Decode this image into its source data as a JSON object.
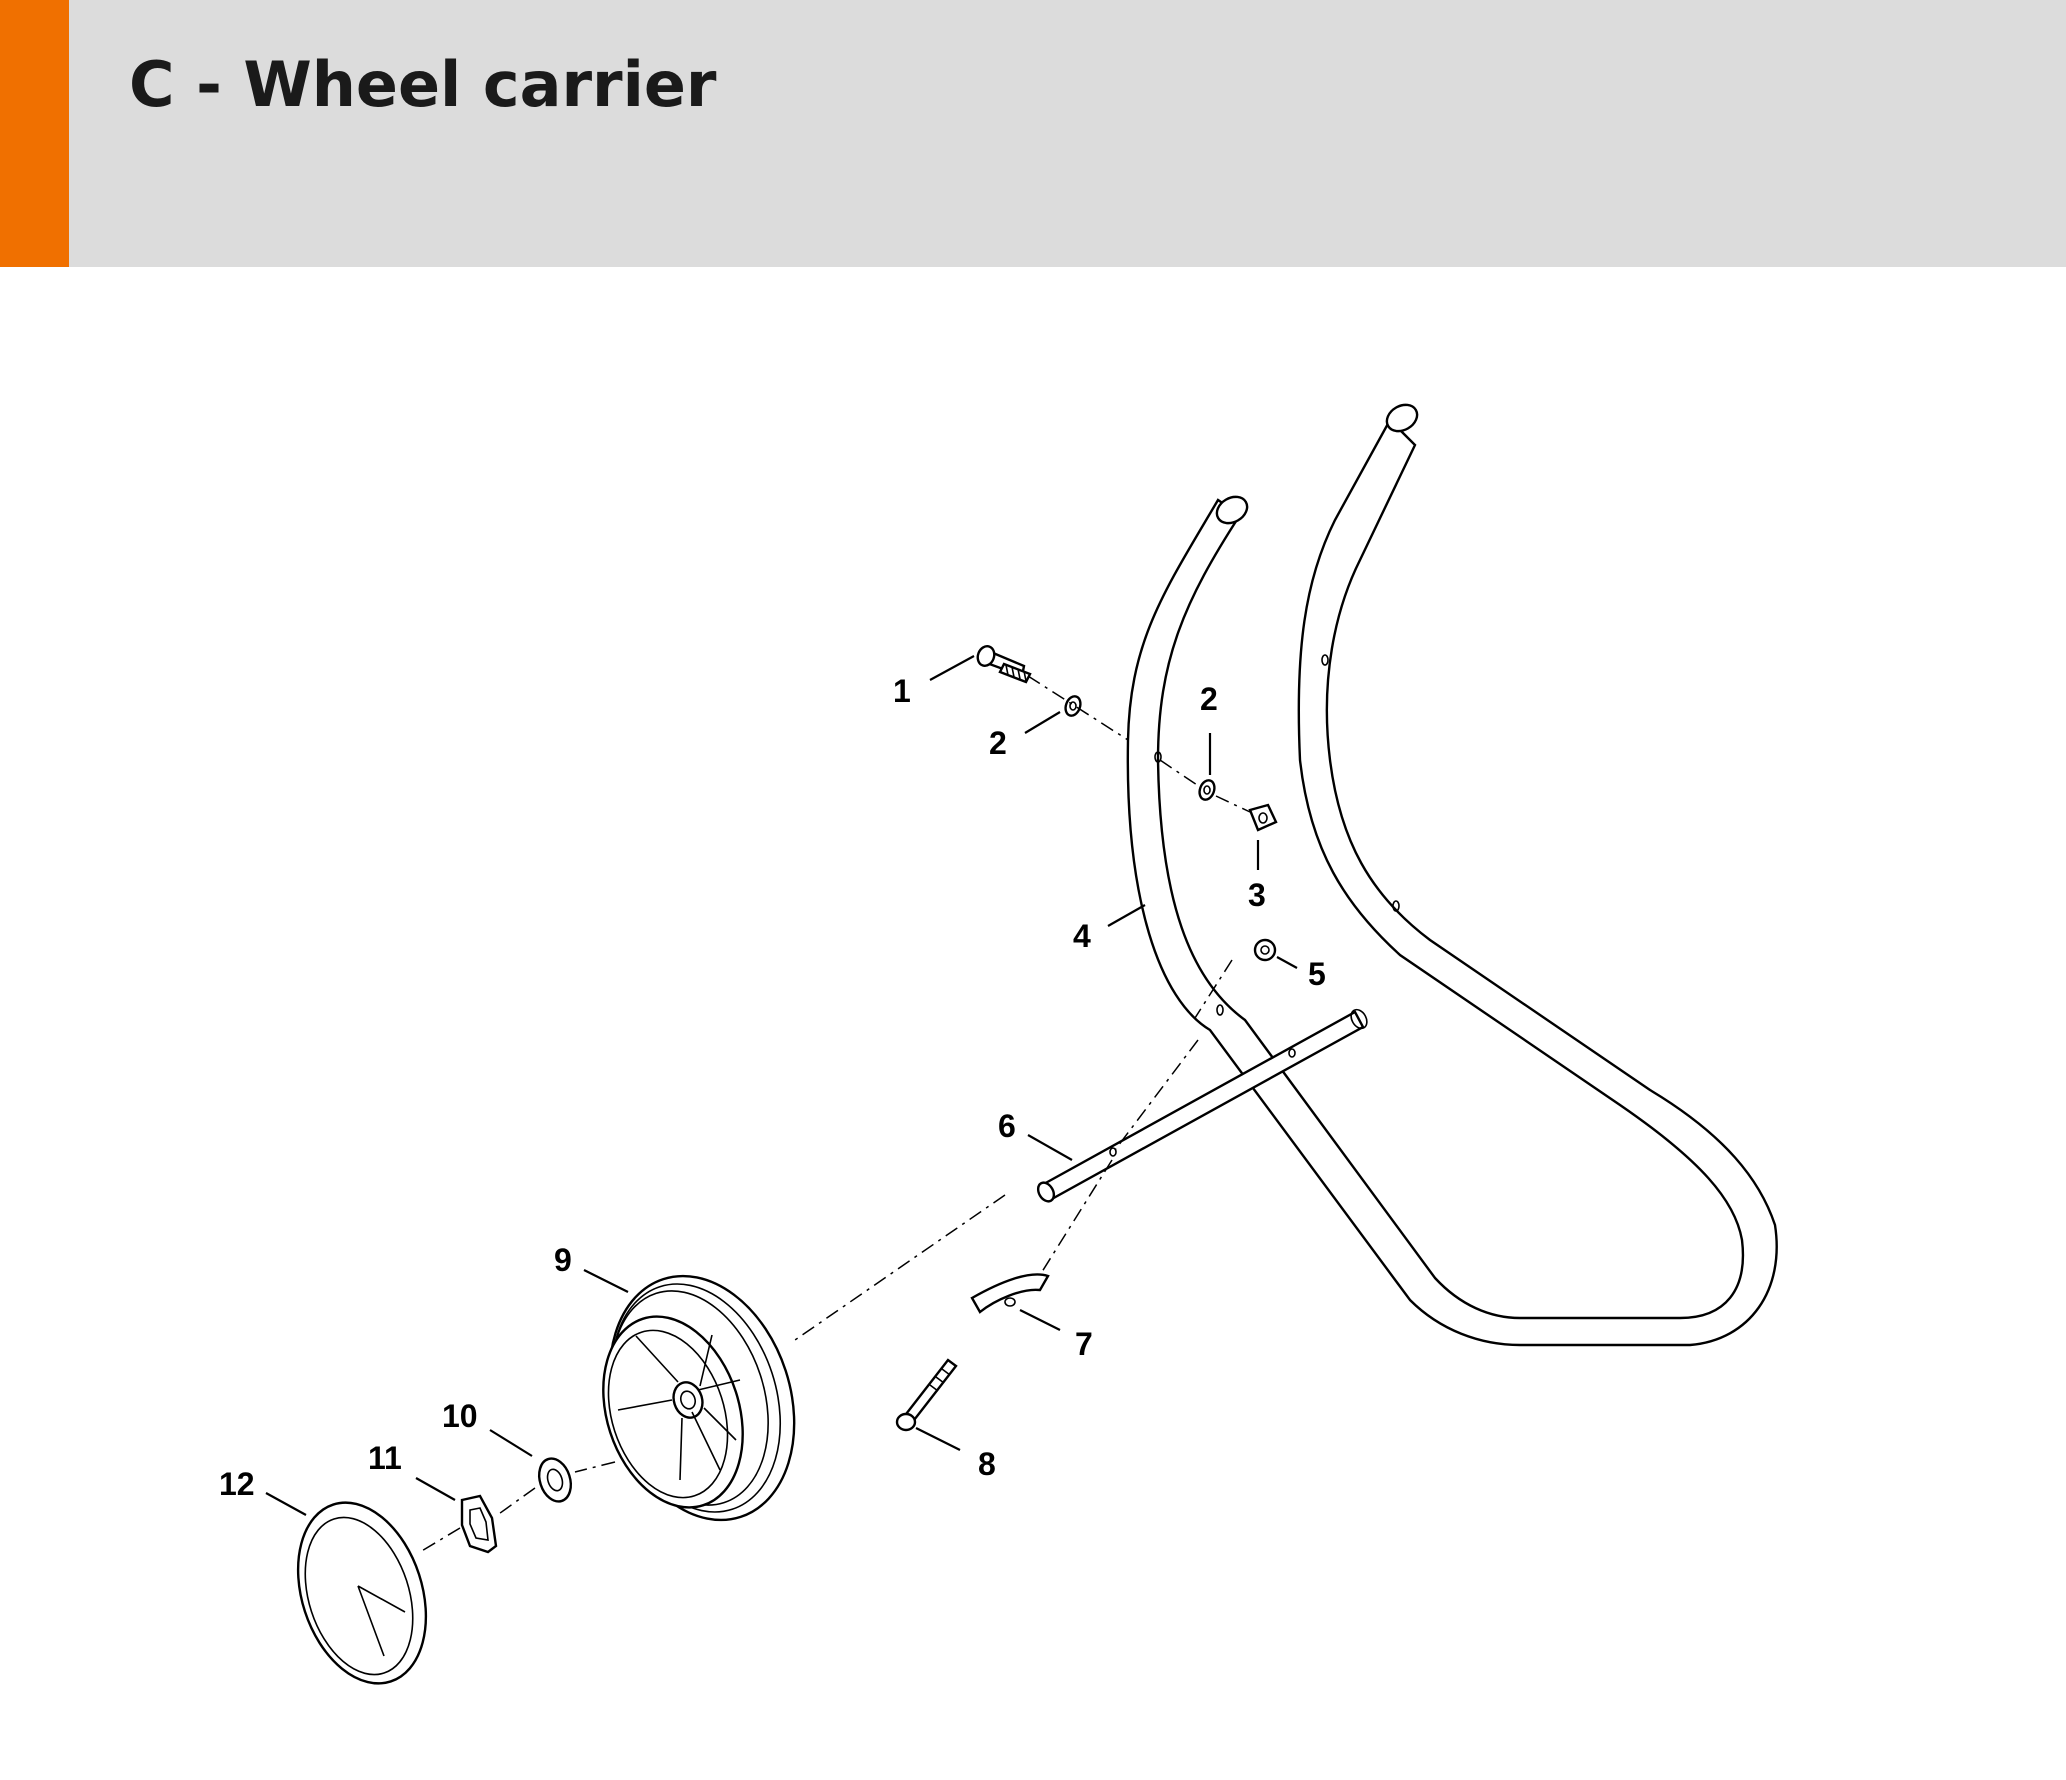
{
  "header": {
    "title": "C - Wheel carrier",
    "accent_color": "#f07000",
    "background_color": "#dcdcdc"
  },
  "diagram": {
    "callouts": [
      "1",
      "2",
      "2",
      "3",
      "4",
      "5",
      "6",
      "7",
      "8",
      "9",
      "10",
      "11",
      "12"
    ]
  }
}
